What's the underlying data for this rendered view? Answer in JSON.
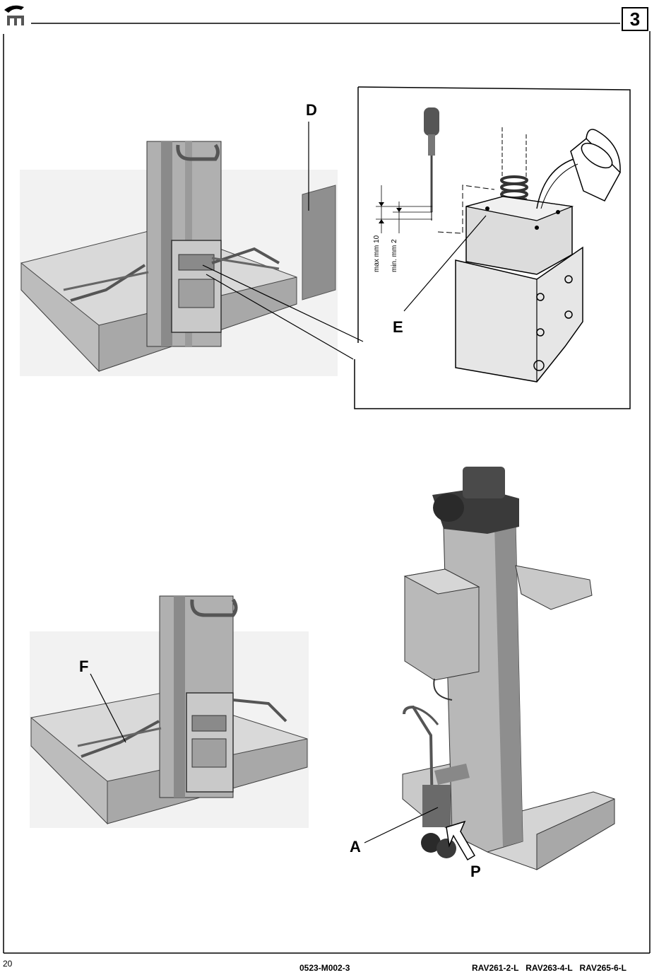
{
  "header": {
    "section_number": "3",
    "logo_icon": "lift-logo-icon"
  },
  "figures": {
    "top_left": {
      "label_D": "D"
    },
    "detail": {
      "label_E": "E",
      "dim_max": "max mm 10",
      "dim_min": "min. mm 2"
    },
    "bottom_left": {
      "label_F": "F"
    },
    "bottom_right": {
      "label_A": "A",
      "label_P": "P"
    }
  },
  "footer": {
    "page_number": "20",
    "doc_code": "0523-M002-3",
    "models": "RAV261-2-L   RAV263-4-L   RAV265-6-L"
  },
  "colors": {
    "line": "#000000",
    "steel_light": "#c9c9c9",
    "steel_mid": "#9a9a9a",
    "steel_dark": "#5a5a5a",
    "motor": "#3a3a3a"
  }
}
